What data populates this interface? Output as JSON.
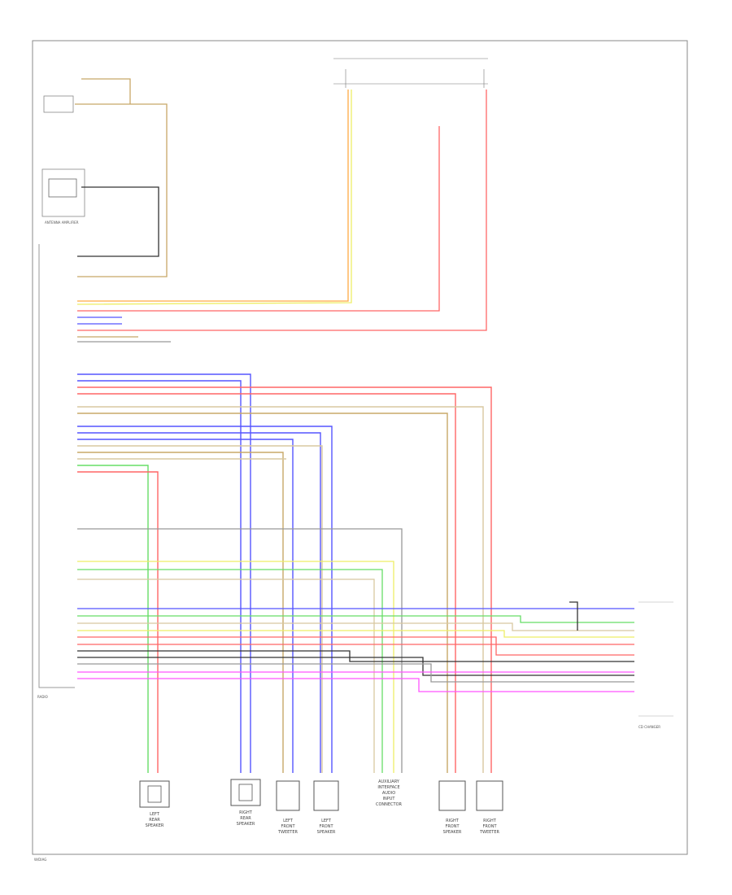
{
  "page_ref": "W/DIAG",
  "components": {
    "left_rear_speaker": [
      "LEFT",
      "REAR",
      "SPEAKER"
    ],
    "right_rear_speaker": [
      "RIGHT",
      "REAR",
      "SPEAKER"
    ],
    "left_front_tweeter": [
      "LEFT",
      "FRONT",
      "TWEETER"
    ],
    "left_front_speaker": [
      "LEFT",
      "FRONT",
      "SPEAKER"
    ],
    "aux_connector": [
      "AUXILIARY",
      "INTERFACE",
      "AUDIO",
      "INPUT",
      "CONNECTOR"
    ],
    "right_front_speaker": [
      "RIGHT",
      "FRONT",
      "SPEAKER"
    ],
    "right_front_tweeter": [
      "RIGHT",
      "FRONT",
      "TWEETER"
    ],
    "cd_changer": "CD CHANGER",
    "antenna_amplifier": "ANTENNA AMPLIFIER",
    "radio": "RADIO"
  },
  "wire_colors": {
    "brown": "#c8a868",
    "yellow": "#eeee66",
    "red": "#ff6666",
    "blue": "#5555ff",
    "green": "#66dd66",
    "gray": "#999999",
    "dark": "#333333",
    "magenta": "#ff55ff",
    "orange": "#ffaa44",
    "tan": "#d8c8a0"
  }
}
